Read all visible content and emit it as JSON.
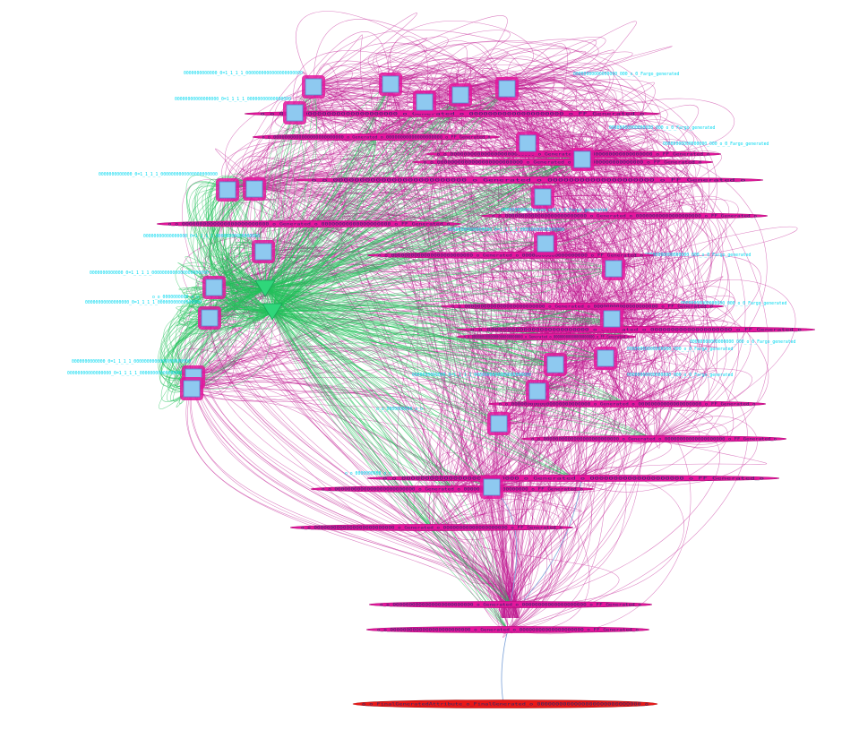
{
  "colors": {
    "background": "#ffffff",
    "edge_magenta": "#c0188f",
    "edge_green": "#22c25a",
    "edge_blue": "#7aa0d8",
    "node_magenta": "#e3169c",
    "node_box_fill": "#8ec9f0",
    "node_box_stroke": "#5b84d0",
    "sink_node": "#e81818",
    "hub_green": "#2fd67a",
    "label_cyan": "#00d8f0"
  },
  "labels": {
    "sink": "o_o_FinalGeneratedAttribute_o_FinalGenerated_o_0000000000000000000000000000_o",
    "ellipse": "o_o_0000000000000000000000000_o_Generated_o_00000000000000000000_o_FF_Generated_o",
    "left_a": "0000000000000_0=1_1_1_1_0000000000000000000000",
    "left_b": "00000000000000000_0=1_1_1_1_00000000000000000",
    "right_a": "00000000000000000_000_o_0_Fargo_generated",
    "small": "o_o_0000000000_o_o"
  }
}
